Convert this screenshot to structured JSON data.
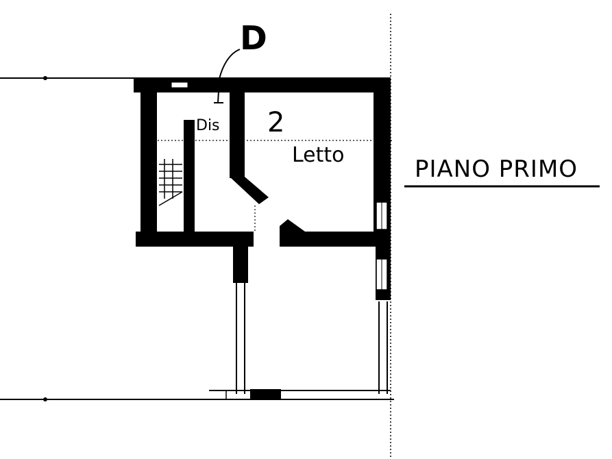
{
  "labels": {
    "section_marker": "D",
    "room_distribution": "Dis",
    "room_number": "2",
    "room_bedroom": "Letto",
    "floor_title": "PIANO PRIMO"
  },
  "colors": {
    "ink": "#000000",
    "paper": "#ffffff"
  }
}
